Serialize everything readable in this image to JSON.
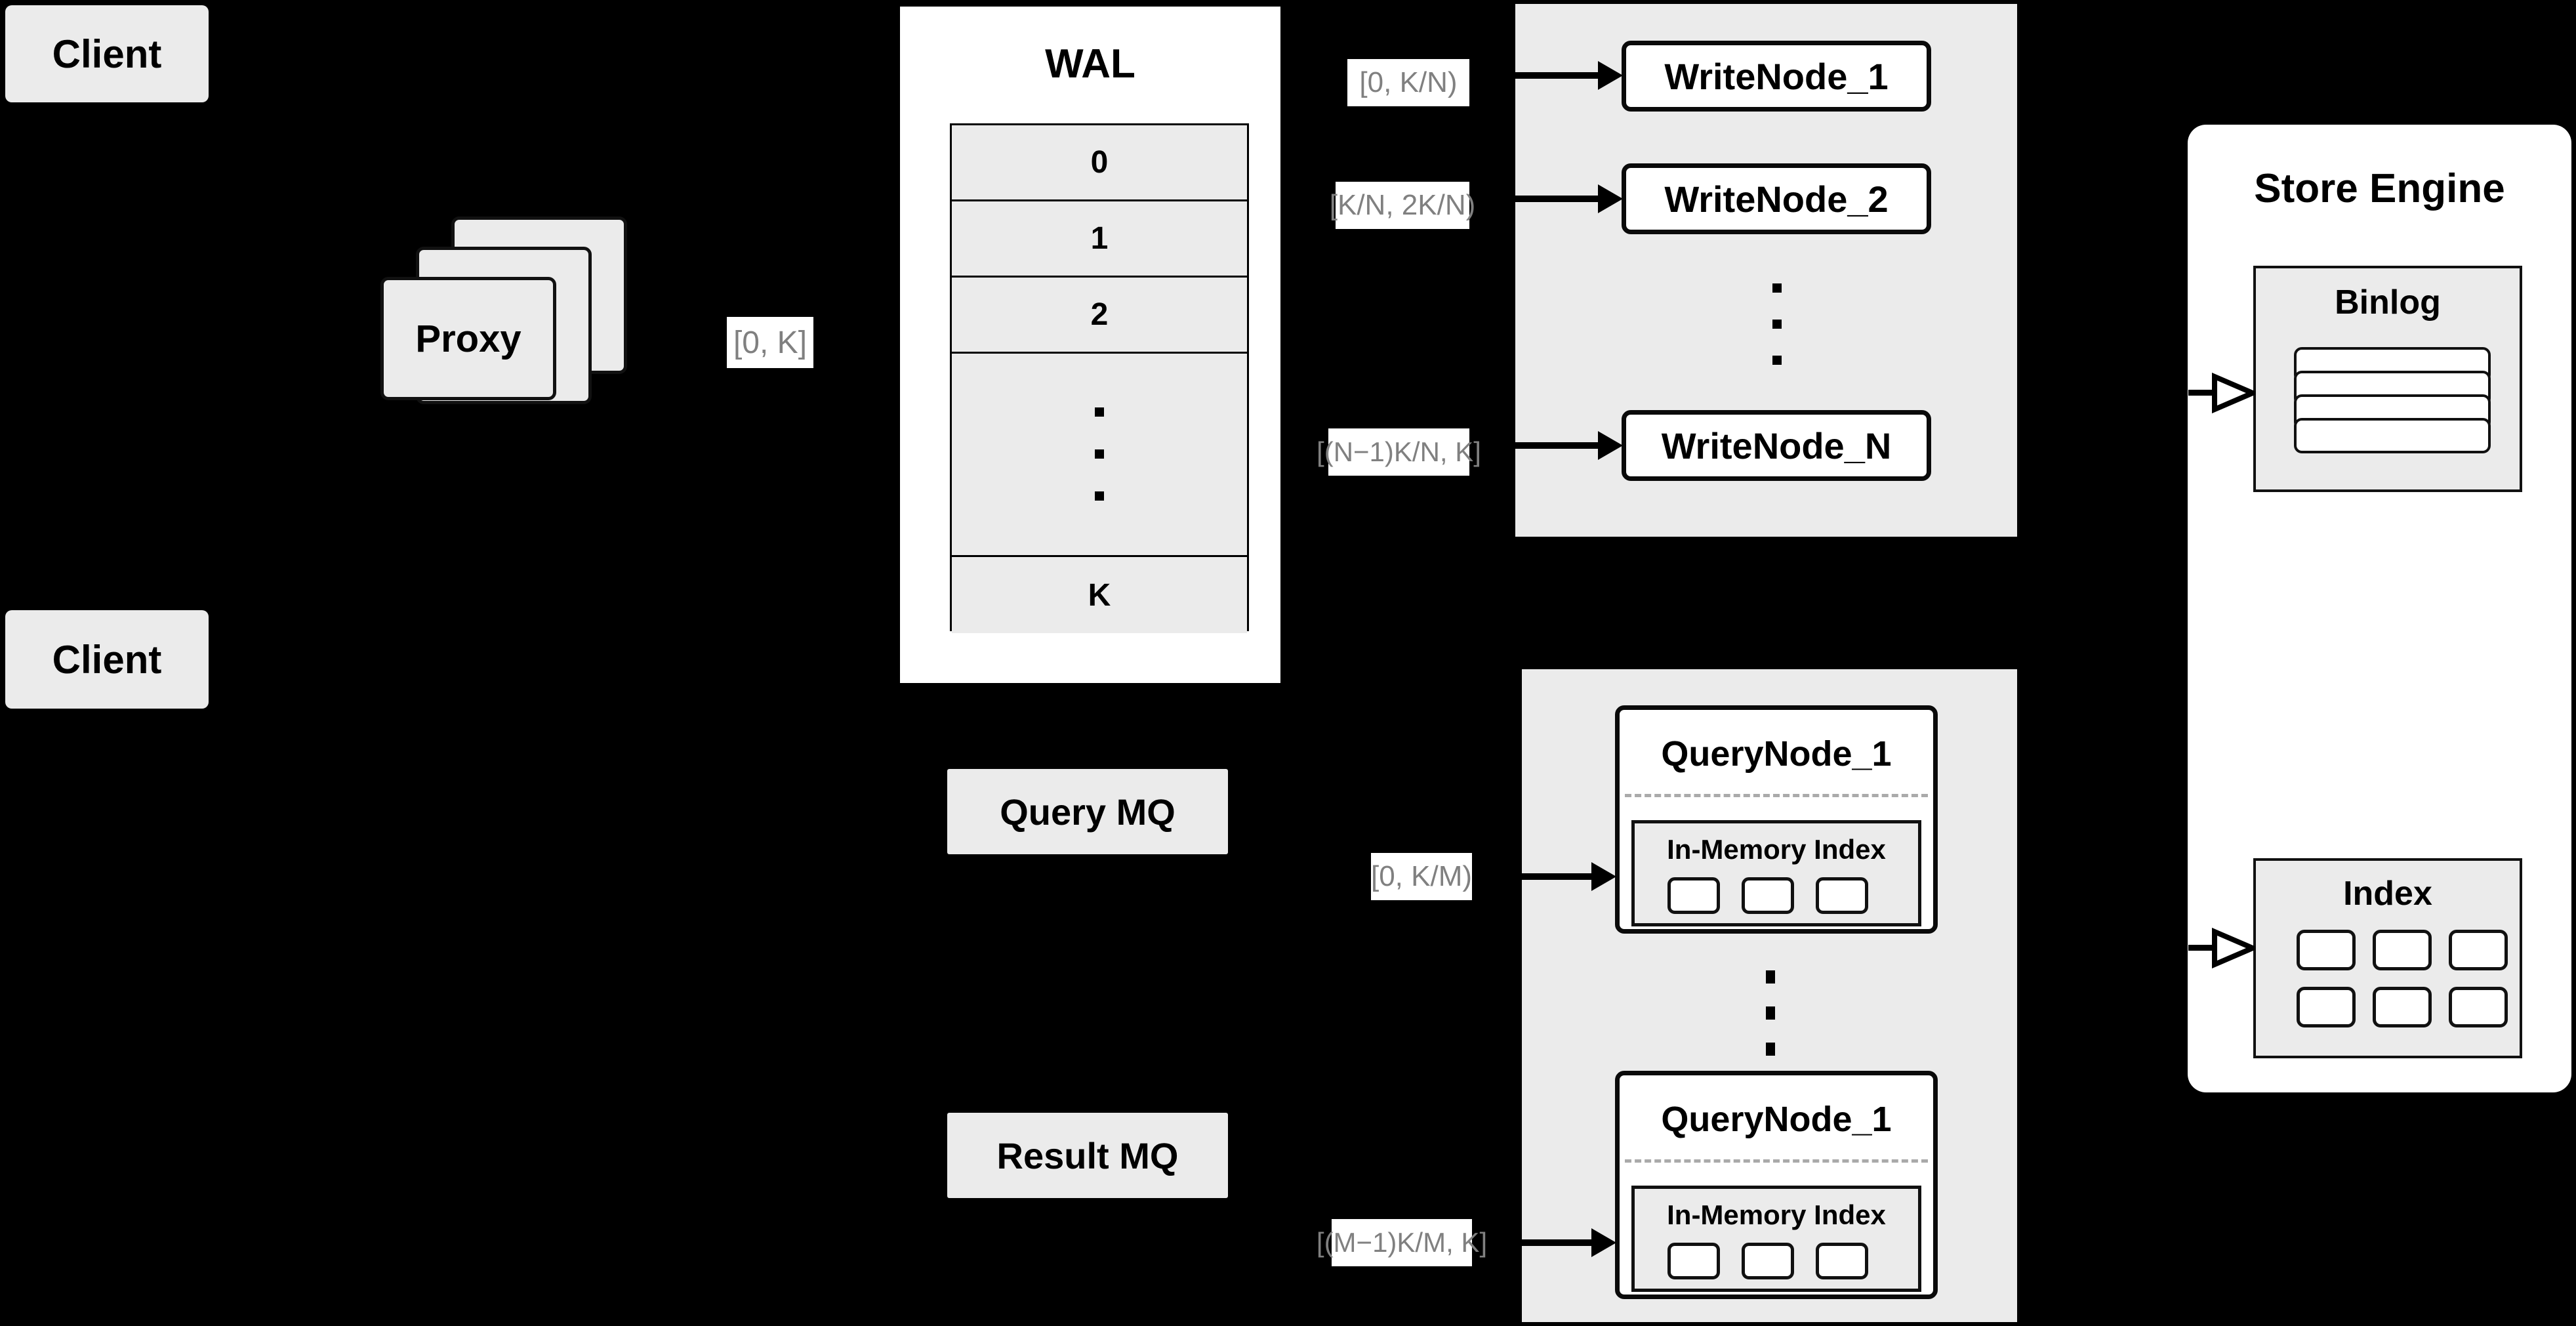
{
  "diagram": {
    "title": "Distributed Write/Query Architecture",
    "colors": {
      "background": "#000000",
      "panel_gray": "#ebebeb",
      "panel_white": "#ffffff",
      "stroke": "#000000",
      "label_text_gray": "#808080",
      "divider_dashed": "#aaaaaa"
    }
  },
  "clients": [
    {
      "label": "Client"
    },
    {
      "label": "Client"
    }
  ],
  "proxy": {
    "label": "Proxy",
    "stack_count": 3
  },
  "proxy_range_label": "[0, K]",
  "wal": {
    "title": "WAL",
    "rows": [
      "0",
      "1",
      "2",
      "⋮",
      "K"
    ],
    "ellipsis_row_index": 3,
    "ellipsis_dots": 3
  },
  "write_group": {
    "nodes": [
      {
        "label": "WriteNode_1",
        "range_label": "[0,  K/N)"
      },
      {
        "label": "WriteNode_2",
        "range_label": "[K/N, 2K/N)"
      },
      {
        "label": "WriteNode_N",
        "range_label": "[(N−1)K/N,  K]"
      }
    ],
    "ellipsis_dots": 3
  },
  "query_group": {
    "nodes": [
      {
        "label": "QueryNode_1",
        "range_label": "[0, K/M)",
        "inner_panel_title": "In-Memory Index",
        "inner_cells": 3
      },
      {
        "label": "QueryNode_1",
        "range_label": "[(M−1)K/M, K]",
        "inner_panel_title": "In-Memory Index",
        "inner_cells": 3
      }
    ],
    "ellipsis_dots": 3
  },
  "message_queues": [
    {
      "label": "Query MQ"
    },
    {
      "label": "Result MQ"
    }
  ],
  "store_engine": {
    "title": "Store Engine",
    "binlog": {
      "title": "Binlog",
      "bars": 4
    },
    "index": {
      "title": "Index",
      "rows": 2,
      "cols": 3,
      "cells": 6
    }
  },
  "arrows": {
    "to_write_nodes": 3,
    "to_query_nodes": 2,
    "to_store_engine": 2,
    "hollow_arrow_targets": [
      "Binlog",
      "Index"
    ]
  }
}
